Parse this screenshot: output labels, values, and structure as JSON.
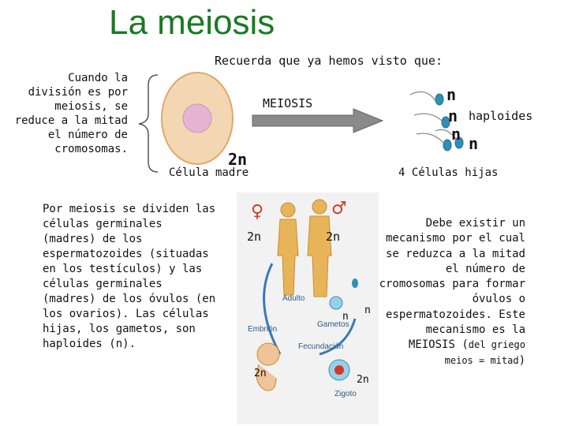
{
  "title": "La meiosis",
  "recall_note": "Recuerda que ya hemos visto que:",
  "left_note": "Cuando la división es por meiosis, se reduce a la mitad el número de cromosomas.",
  "diagram": {
    "process_label": "MEIOSIS",
    "mother_ploidy": "2n",
    "mother_caption": "Célula madre",
    "daughter_ploidy": [
      "n",
      "n",
      "n",
      "n"
    ],
    "haploid_label": "haploides",
    "daughters_caption": "4 Células hijas"
  },
  "main_paragraph": "Por meiosis se dividen las células germinales (madres) de los espermatozoides (situadas en los testículos) y las células germinales (madres) de los óvulos (en los ovarios). Las células hijas, los gametos, son haploides (n).",
  "cycle": {
    "female_ploidy": "2n",
    "male_ploidy": "2n",
    "adult_label": "Adulto",
    "gametes_label": "Gametos",
    "gamete_ploidy_1": "n",
    "gamete_ploidy_2": "n",
    "embryo_label": "Embrión",
    "fertilization_label": "Fecundación",
    "embryo_ploidy": "2n",
    "zygote_ploidy": "2n",
    "zygote_label": "Zigoto",
    "female_symbol": "♀",
    "male_symbol": "♂"
  },
  "right_paragraph": {
    "main": "Debe existir un mecanismo por el cual se reduzca a la mitad el número de cromosomas para formar óvulos o espermatozoides. Este mecanismo es la MEIOSIS (",
    "small": "del griego meios = mitad",
    "close": ")"
  },
  "colors": {
    "title": "#1a7a23",
    "cell_fill": "#f3d7b2",
    "nucleus": "#e6b3d3",
    "arrow": "#888888",
    "sperm": "#2f8fb8",
    "body": "#e8b45a",
    "symbol": "#c8402a"
  }
}
